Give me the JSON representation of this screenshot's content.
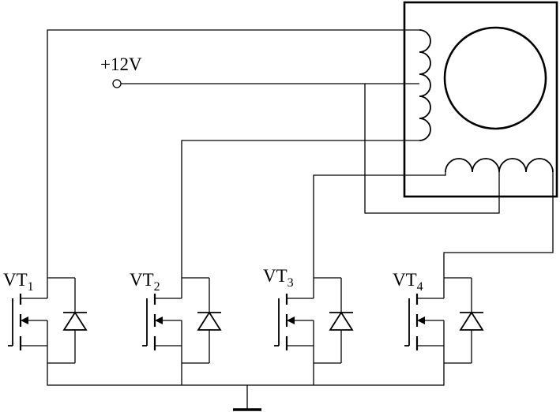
{
  "supply": {
    "label": "+12V"
  },
  "transistors": [
    {
      "name": "VT",
      "sub": "1"
    },
    {
      "name": "VT",
      "sub": "2"
    },
    {
      "name": "VT",
      "sub": "3"
    },
    {
      "name": "VT",
      "sub": "4"
    }
  ]
}
